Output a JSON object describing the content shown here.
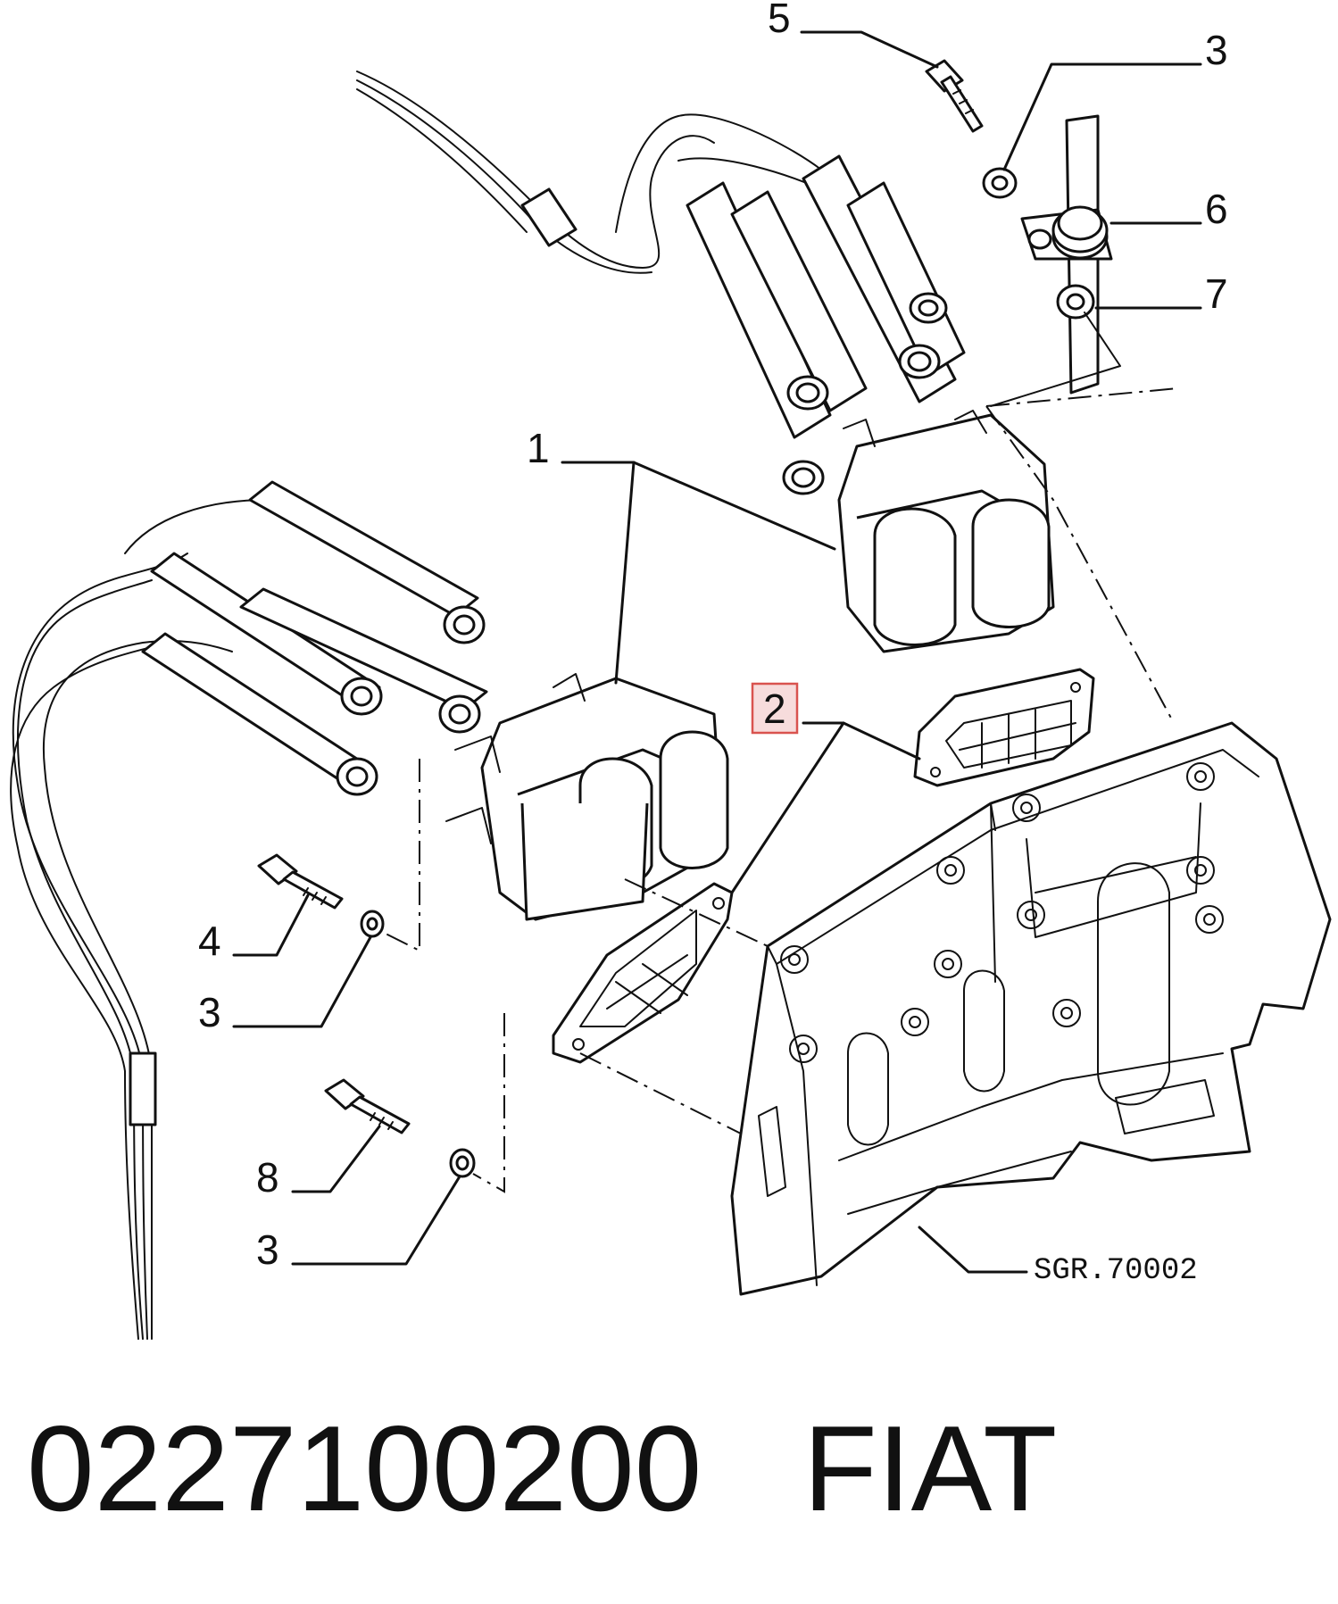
{
  "diagram": {
    "callouts": {
      "c5": "5",
      "c3_top": "3",
      "c6": "6",
      "c7": "7",
      "c1": "1",
      "c2": "2",
      "c4": "4",
      "c3_mid": "3",
      "c8": "8",
      "c3_bottom": "3"
    },
    "reference_code": "SGR.70002",
    "highlighted_callout": "2",
    "highlight_color": "#d9534f"
  },
  "footer": {
    "part_number": "0227100200",
    "brand": "FIAT"
  }
}
